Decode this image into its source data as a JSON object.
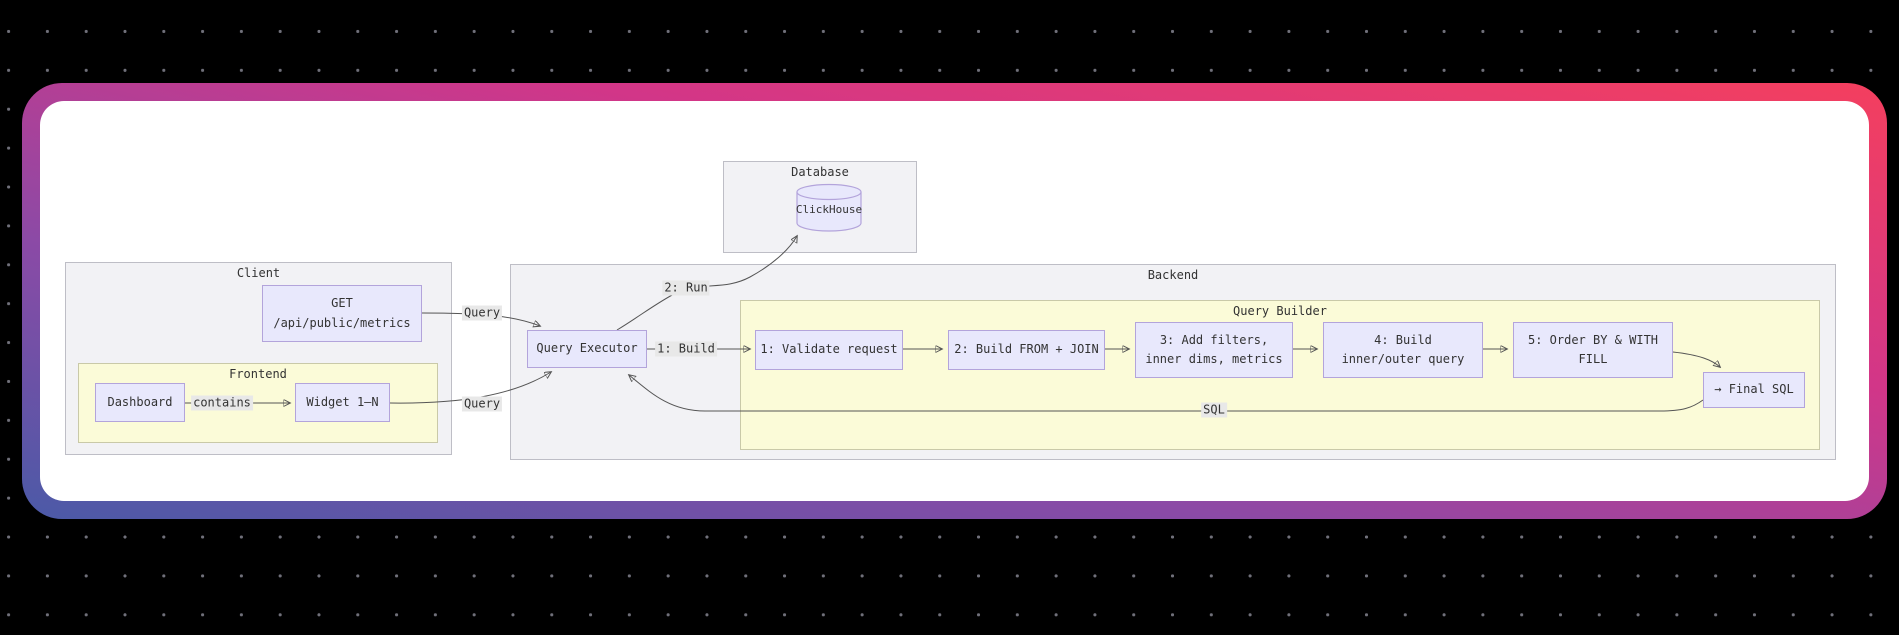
{
  "diagram": {
    "clusters": {
      "client": {
        "label": "Client"
      },
      "frontend": {
        "label": "Frontend"
      },
      "database": {
        "label": "Database"
      },
      "backend": {
        "label": "Backend"
      },
      "query_builder": {
        "label": "Query Builder"
      }
    },
    "nodes": {
      "get": {
        "label": "GET\n/api/public/metrics"
      },
      "dashboard": {
        "label": "Dashboard"
      },
      "widget": {
        "label": "Widget 1–N"
      },
      "clickhouse": {
        "label": "ClickHouse"
      },
      "query_executor": {
        "label": "Query Executor"
      },
      "step1": {
        "label": "1: Validate request"
      },
      "step2": {
        "label": "2: Build FROM + JOIN"
      },
      "step3": {
        "label": "3: Add filters,\ninner dims, metrics"
      },
      "step4": {
        "label": "4: Build\ninner/outer query"
      },
      "step5": {
        "label": "5: Order BY & WITH\nFILL"
      },
      "final_sql": {
        "label": "→ Final SQL"
      }
    },
    "edge_labels": {
      "contains": "contains",
      "query_get": "Query",
      "query_widget": "Query",
      "build": "1: Build",
      "run": "2: Run",
      "sql": "SQL"
    },
    "colors": {
      "page_background": "#000000",
      "dot_grid": "#70707A",
      "card_gradient": [
        "#4B5AA7",
        "#8B4AA6",
        "#D23688",
        "#F43F5E"
      ],
      "card_surface": "#FFFFFF",
      "cluster_fill": "#F2F2F5",
      "cluster_border": "#BEBEC6",
      "inner_cluster_fill": "#FBFBD8",
      "inner_cluster_border": "#C9C9A8",
      "node_fill": "#E8E8FC",
      "node_border": "#B3A4DB",
      "edge_stroke": "#555555",
      "edge_label_bg": "#E8E8E8",
      "text": "#333333"
    }
  }
}
